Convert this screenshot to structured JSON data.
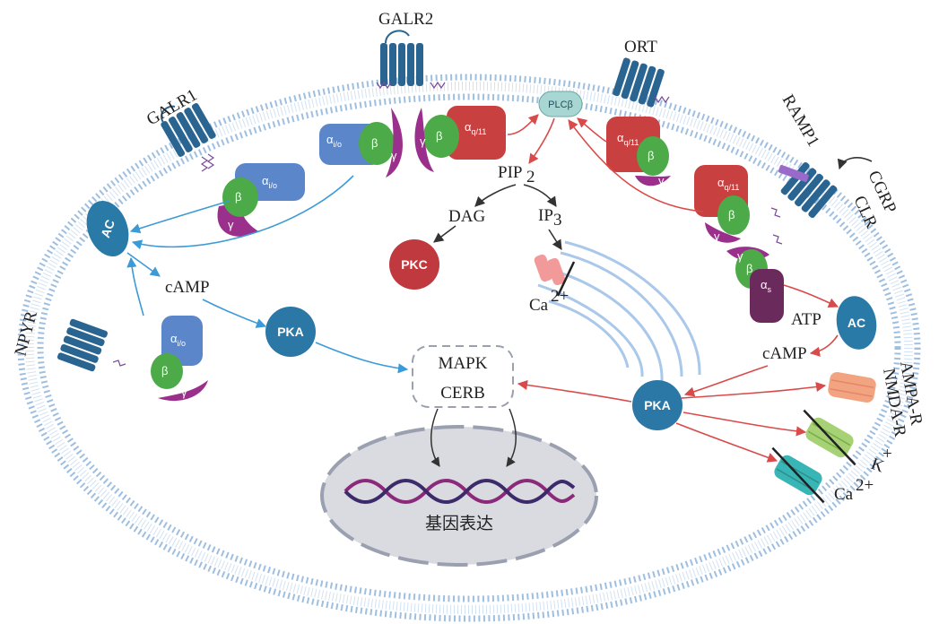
{
  "labels": {
    "galr1": "GALR1",
    "galr2": "GALR2",
    "ort": "ORT",
    "ramp1": "RAMP1",
    "cgrp": "CGRP",
    "clr": "CLR",
    "npyr": "NPYR",
    "ac_left": "AC",
    "ac_right": "AC",
    "camp_left": "cAMP",
    "camp_right": "cAMP",
    "atp": "ATP",
    "pka_left": "PKA",
    "pka_right": "PKA",
    "plcb": "PLCβ",
    "pip2": "PIP",
    "pip2_sub": "2",
    "dag": "DAG",
    "ip3": "IP",
    "ip3_sub": "3",
    "pkc": "PKC",
    "ca_er": "Ca",
    "ca_er_sup": "2+",
    "mapk": "MAPK",
    "cerb": "CERB",
    "gene_expression": "基因表达",
    "ampa_r": "AMPA-R",
    "nmda_r": "NMDA-R",
    "k_ion": "K",
    "k_sup": "+",
    "ca_channel": "Ca",
    "ca_channel_sup": "2+"
  },
  "g_protein": {
    "alpha_io": "α",
    "alpha_io_sub": "i/o",
    "alpha_q11": "α",
    "alpha_q11_sub": "q/11",
    "alpha_s": "α",
    "alpha_s_sub": "s",
    "beta": "β",
    "gamma": "γ"
  },
  "colors": {
    "membrane": "#9fbfe0",
    "membrane_head": "#b8d0ea",
    "receptor": "#2a6591",
    "ac_node": "#2a7aa8",
    "pka_node": "#2b78a6",
    "pkc_node": "#c0393e",
    "plcb_node": "#a8d6d2",
    "alpha_io": "#5b86c9",
    "alpha_q11": "#c8403f",
    "alpha_s": "#6a2a5c",
    "beta": "#4daa48",
    "gamma": "#9a2f8c",
    "blue_arrow": "#3c9ad6",
    "red_arrow": "#d94a4a",
    "nucleus": "#d9dbe0",
    "dna_a": "#8b2a7a",
    "dna_b": "#3c2a6a",
    "er": "#a9c8ea",
    "ampa": "#f2a481",
    "nmda": "#a6d174",
    "ca_chan": "#3ab5b5"
  }
}
